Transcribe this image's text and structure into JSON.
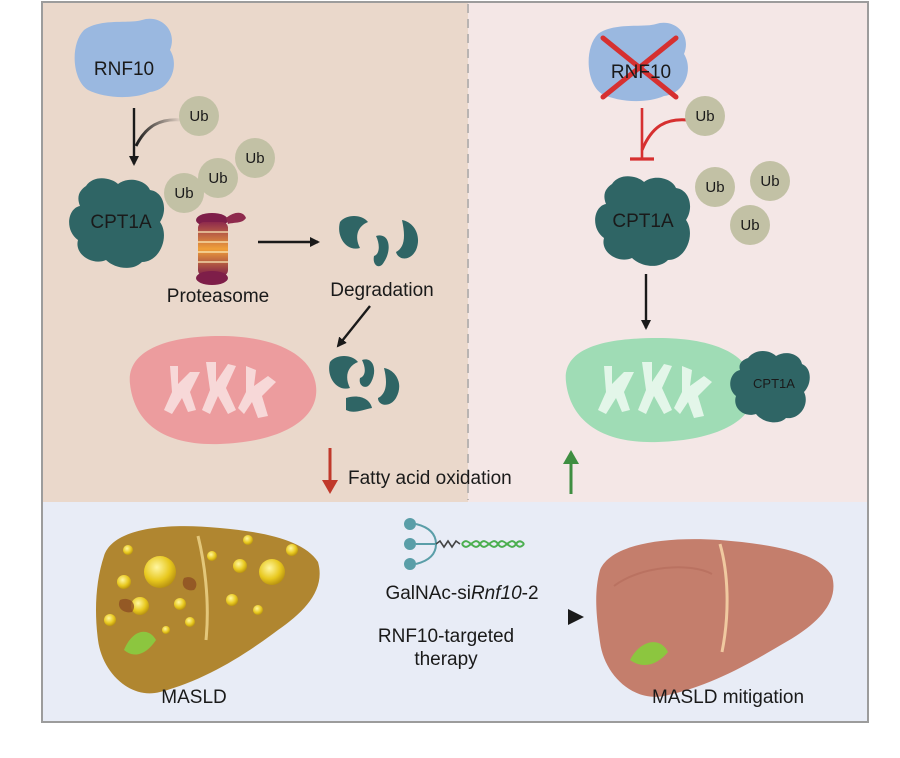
{
  "left_panel": {
    "enzyme": "RNF10",
    "ubiquitin": "Ub",
    "substrate": "CPT1A",
    "proteasome": "Proteasome",
    "degradation": "Degradation"
  },
  "right_panel": {
    "enzyme_knockout": "RNF10",
    "ubiquitin": "Ub",
    "substrate": "CPT1A",
    "mito_protein": "CPT1A"
  },
  "center": {
    "fatty_acid_label": "Fatty acid oxidation"
  },
  "bottom": {
    "drug_prefix": "GalNAc-si",
    "drug_gene": "Rnf10",
    "drug_suffix": "-2",
    "therapy_line1": "RNF10-targeted",
    "therapy_line2": "therapy",
    "disease_label": "MASLD",
    "mitigation_label": "MASLD mitigation"
  },
  "colors": {
    "left_bg": "#ead8cb",
    "right_bg": "#f4e7e6",
    "bottom_bg": "#e8ecf6",
    "rnf10_blob": "#9ab8e0",
    "cpt1a": "#2f6565",
    "ubiquitin": "#c2c1a5",
    "mito_red": "#ec9c9e",
    "mito_green": "#9fdcb5",
    "down_arrow": "#c0392b",
    "up_arrow": "#3e8e41",
    "inhibit": "#d63030"
  }
}
